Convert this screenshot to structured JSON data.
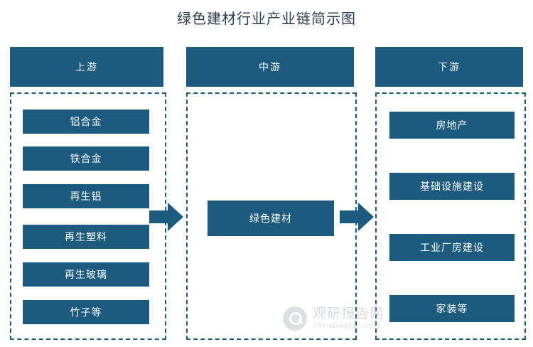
{
  "title": "绿色建材行业产业链简示图",
  "columns": {
    "upstream": {
      "header": "上游",
      "items": [
        "铝合金",
        "铁合金",
        "再生铝",
        "再生塑料",
        "再生玻璃",
        "竹子等"
      ]
    },
    "midstream": {
      "header": "中游",
      "items": [
        "绿色建材"
      ]
    },
    "downstream": {
      "header": "下游",
      "items": [
        "房地产",
        "基础设施建设",
        "工业厂房建设",
        "家装等"
      ]
    }
  },
  "arrows": {
    "left_label": "arrow-upstream-to-midstream",
    "right_label": "arrow-midstream-to-downstream"
  },
  "watermark": {
    "name": "观研报告网",
    "url": "chinabaogao.com"
  },
  "colors": {
    "primary": "#1d5a7f",
    "title": "#2c3e50",
    "background": "#ffffff"
  }
}
